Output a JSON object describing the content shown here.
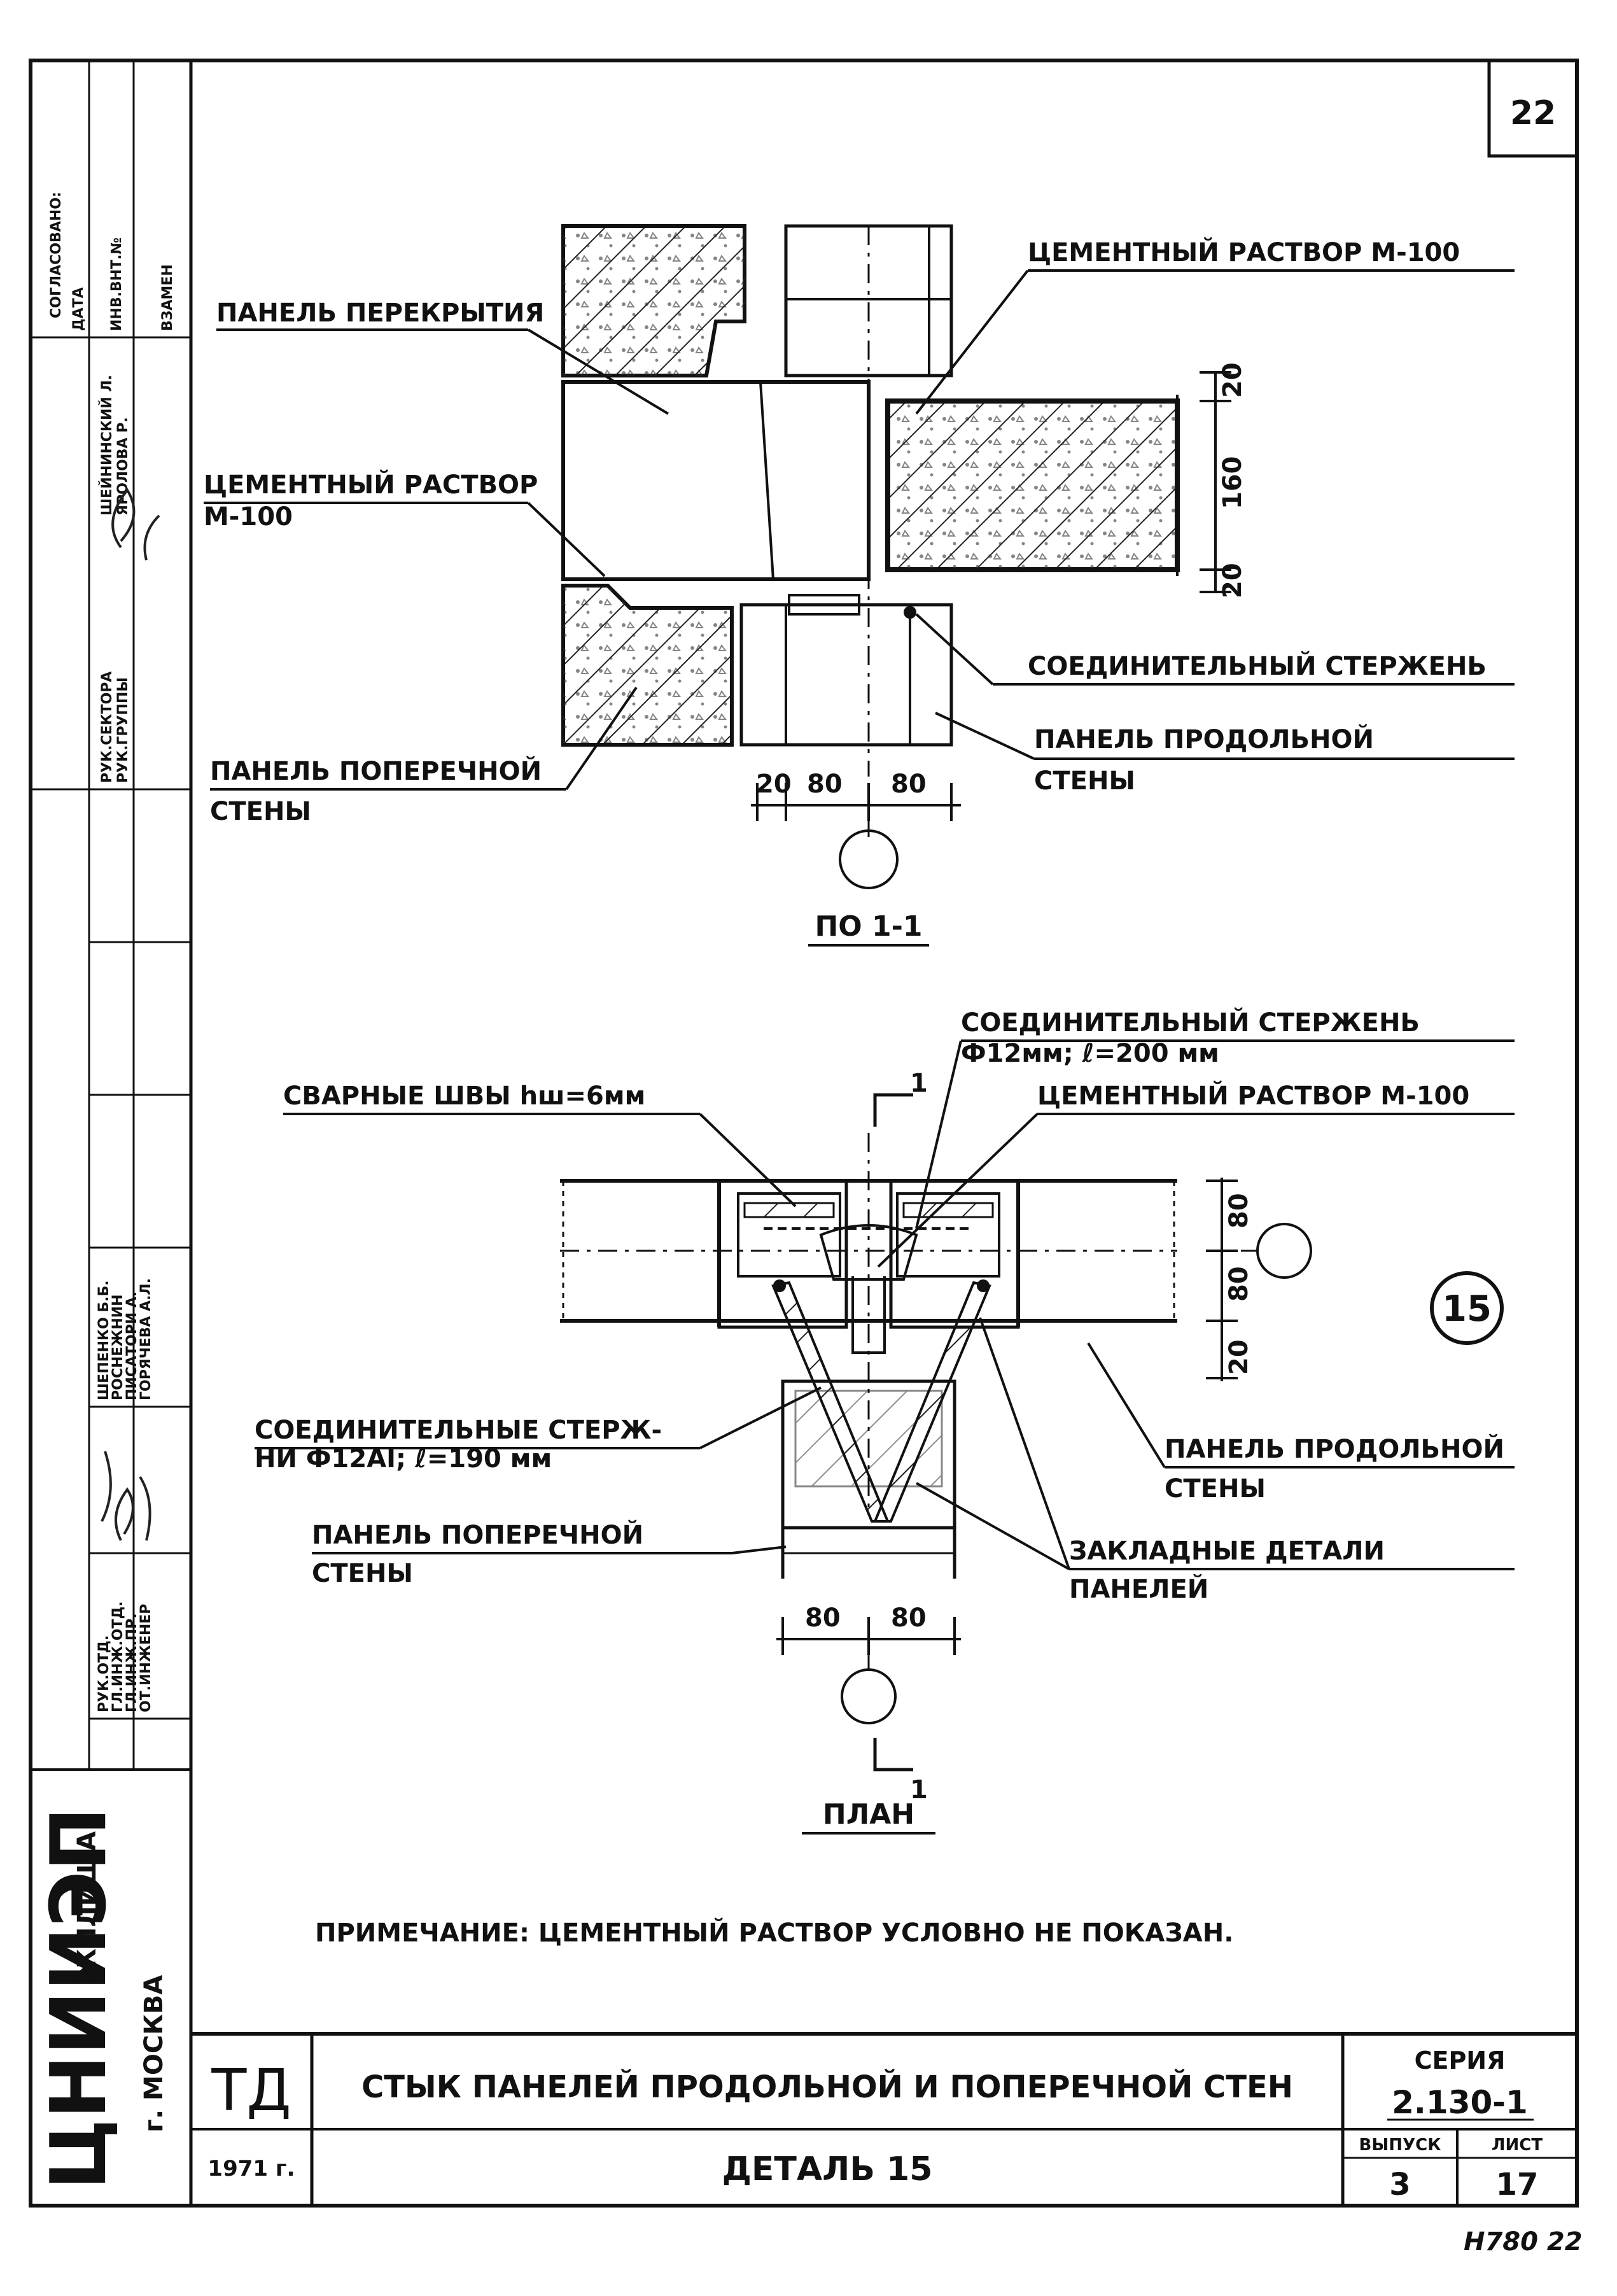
{
  "sheet_number": "22",
  "section_title": "ПО 1-1",
  "section_marker": "1",
  "plan_title": "ПЛАН",
  "detail_number": "15",
  "labels_section": {
    "cement_mortar_top": "ЦЕМЕНТНЫЙ РАСТВОР М-100",
    "floor_panel": "ПАНЕЛЬ ПЕРЕКРЫТИЯ",
    "cement_mortar_left_1": "ЦЕМЕНТНЫЙ РАСТВОР",
    "cement_mortar_left_2": "М-100",
    "connecting_rod": "СОЕДИНИТЕЛЬНЫЙ СТЕРЖЕНЬ",
    "long_wall_panel_1": "ПАНЕЛЬ ПРОДОЛЬНОЙ",
    "long_wall_panel_2": "СТЕНЫ",
    "cross_wall_panel_1": "ПАНЕЛЬ ПОПЕРЕЧНОЙ",
    "cross_wall_panel_2": "СТЕНЫ"
  },
  "dims_section": {
    "horizontal": [
      "20",
      "80",
      "80"
    ],
    "vertical": [
      "20",
      "160",
      "20"
    ]
  },
  "labels_plan": {
    "weld_seams": "СВАРНЫЕ ШВЫ hш=6мм",
    "connecting_rod_1": "СОЕДИНИТЕЛЬНЫЙ СТЕРЖЕНЬ",
    "connecting_rod_2": "Ф12мм; ℓ=200 мм",
    "cement_mortar": "ЦЕМЕНТНЫЙ РАСТВОР М-100",
    "rods_1": "СОЕДИНИТЕЛЬНЫЕ СТЕРЖ-",
    "rods_2": "НИ Ф12АI; ℓ=190 мм",
    "long_wall_panel_1": "ПАНЕЛЬ ПРОДОЛЬНОЙ",
    "long_wall_panel_2": "СТЕНЫ",
    "cross_wall_panel_1": "ПАНЕЛЬ ПОПЕРЕЧНОЙ",
    "cross_wall_panel_2": "СТЕНЫ",
    "embedded_1": "ЗАКЛАДНЫЕ ДЕТАЛИ",
    "embedded_2": "ПАНЕЛЕЙ"
  },
  "dims_plan": {
    "horizontal": [
      "80",
      "80"
    ],
    "vertical": [
      "80",
      "80",
      "20"
    ]
  },
  "note": "ПРИМЕЧАНИЕ: ЦЕМЕНТНЫЙ РАСТВОР УСЛОВНО НЕ ПОКАЗАН.",
  "title_block": {
    "code": "ТД",
    "year": "1971 г.",
    "title": "СТЫК ПАНЕЛЕЙ ПРОДОЛЬНОЙ И ПОПЕРЕЧНОЙ СТЕН",
    "subtitle": "ДЕТАЛЬ 15",
    "series_label": "СЕРИЯ",
    "series_value": "2.130-1",
    "issue_label": "ВЫПУСК",
    "issue_value": "3",
    "sheet_label": "ЛИСТ",
    "sheet_value": "17"
  },
  "inventory_mark": "Н780 22",
  "side_stamp": {
    "org": "ЦНИИЭП",
    "org_suffix": "ЖИЛИЩА",
    "city": "г. МОСКВА",
    "agreed": "СОГЛАСОВАНО:",
    "date": "ДАТА",
    "inv_no": "ИНВ.ВНТ.№",
    "replaced": "ВЗАМЕН",
    "roles": [
      "РУК.ОТД.",
      "ГЛ.ИНЖ.ОТД.",
      "ГЛ.ИНЖ.ПР.",
      "ОТ.ИНЖЕНЕР"
    ],
    "names": [
      "ШЕПЕНКО Б.Б.",
      "РОСНЕЖНИН",
      "ПИСАТОРИ А.",
      "ГОРЯЧЕВА А.Л."
    ],
    "top_roles": [
      "РУК.СЕКТОРА",
      "РУК.ГРУППЫ"
    ],
    "top_names": [
      "ШЕЙНИНСКИЙ Л.",
      "ЯРОЛОВА Р."
    ]
  }
}
